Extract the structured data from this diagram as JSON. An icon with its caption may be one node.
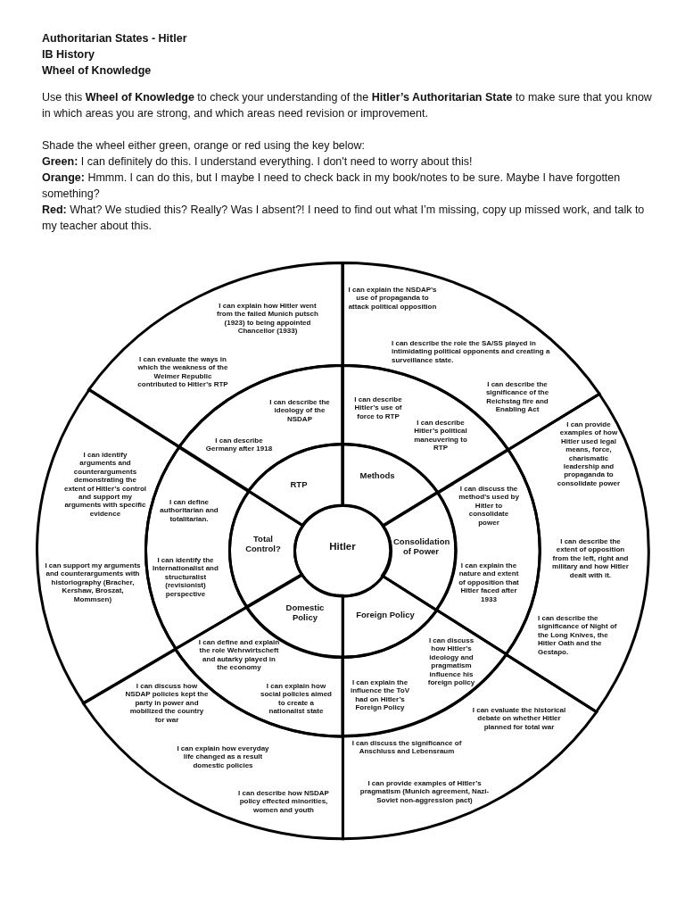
{
  "diagram": {
    "title": "Authoritarian States - Hitler",
    "nodes": [
      {
        "text": [
          "Hitler"
        ]
      },
      {
        "text": [
          "RTP"
        ]
      },
      {
        "text": [
          "Methods"
        ]
      },
      {
        "text": [
          "Consolidation of Power"
        ]
      },
      {
        "text": [
          "Foreign Policy"
        ]
      },
      {
        "text": [
          "Domestic Policy"
        ]
      },
      {
        "text": [
          "Total Control?"
        ]
      },
      {
        "text": [
          "I can describe the ideology of the NSDAP",
          "I can describe Germany after 1918"
        ]
      },
      {
        "text": [
          "I can describe Hitler’s use of force to RTP",
          "I can describe Hitler’s political maneuvering to RTP"
        ]
      },
      {
        "text": [
          "I can discuss the method’s used by Hitler to consolidate power",
          "I can explain the nature and extent of opposition that Hitler faced after 1933"
        ]
      },
      {
        "text": [
          "I can discuss how Hitler’s ideology and pragmatism influence his foreign policy",
          "I can explain the influence the ToV had on Hitler’s Foreign Policy"
        ]
      },
      {
        "text": [
          "I can define and explain the role Wehrwirtscheft and autarky played in the economy",
          "I can explain how social policies aimed to create a nationalist state"
        ]
      },
      {
        "text": [
          "I can define authoritarian and totalitarian.",
          "I can identify the Internationalist and structuralist (revisionist) perspective"
        ]
      },
      {
        "text": [
          "I can explain how Hitler went from the failed Munich putsch (1923) to being appointed Chancellor (1933)",
          "I can evaluate the ways in which the weakness of the Weimer Republic contributed to Hitler’s RTP"
        ]
      },
      {
        "text": [
          "I can explain the NSDAP’s use of propaganda to attack political opposition",
          "I can describe the role the SA/SS played in intimidating political opponents and creating a surveillance state.",
          "I can describe the significance of the Reichstag fire and Enabling Act"
        ]
      },
      {
        "text": [
          "I can provide examples of how Hitler used legal means, force, charismatic leadership and propaganda to consolidate power",
          "I can describe the extent of opposition from the left, right and military and how Hitler dealt with it.",
          "I can describe the significance of Night of the Long Knives, the Hitler Oath and the Gestapo."
        ]
      },
      {
        "text": [
          "I can evaluate the historical debate on whether Hitler planned for total war",
          "I can discuss the significance of Anschluss and Lebensraum",
          "I can provide examples of Hitler’s pragmatism (Munich agreement, Nazi-Soviet non-aggression pact)"
        ]
      },
      {
        "text": [
          "I can discuss how NSDAP policies kept the party in power and mobilized the country for war",
          "I can explain how everyday life changed as a result domestic policies",
          "I can describe how NSDAP policy effected minorities, women and youth"
        ]
      },
      {
        "text": [
          "I can identify arguments and counterarguments demonstrating the extent of Hitler’s control and support my arguments with specific evidence",
          "I can support my arguments and counterarguments with historiography (Bracher, Kershaw, Broszat, Mommsen)"
        ]
      }
    ],
    "labels": [
      "IB History",
      "Wheel of Knowledge",
      "Use this **Wheel of Knowledge** to check your understanding of the **Hitler’s Authoritarian State** to make sure that you know in which areas you are strong, and which areas need revision or improvement.",
      "Shade the wheel either green, orange or red using the key below:",
      "**Green:** I can definitely do this. I understand everything. I don't need to worry about this!",
      "**Orange:** Hmmm. I can do this, but I maybe I need to check back in my book/notes to be sure. Maybe I have forgotten something?",
      "**Red:** What? We studied this? Really? Was I absent?! I need to find out what I’m missing, copy up missed work, and talk to my teacher about this."
    ]
  }
}
